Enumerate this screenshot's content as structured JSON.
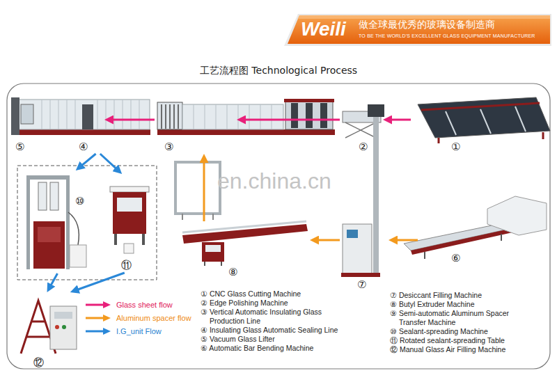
{
  "diagram": {
    "title": "工艺流程图 Technological Process",
    "nodes": [
      {
        "text": [
          "⑤"
        ]
      },
      {
        "text": [
          "④"
        ]
      },
      {
        "text": [
          "③"
        ]
      },
      {
        "text": [
          "②"
        ]
      },
      {
        "text": [
          "①"
        ]
      },
      {
        "text": [
          "⑩"
        ]
      },
      {
        "text": [
          "⑪"
        ]
      },
      {
        "text": [
          "⑥"
        ]
      },
      {
        "text": [
          "⑦"
        ]
      },
      {
        "text": [
          "⑧"
        ]
      },
      {
        "text": [
          "⑫"
        ]
      }
    ],
    "edges": [
      {
        "from": 4,
        "to": 3,
        "arrow": "to"
      },
      {
        "from": 3,
        "to": 2,
        "arrow": "to"
      },
      {
        "from": 2,
        "to": 1,
        "arrow": "to"
      },
      {
        "from": 1,
        "to": 5,
        "arrow": "to"
      },
      {
        "from": 1,
        "to": 6,
        "arrow": "to"
      },
      {
        "from": 5,
        "to": 10,
        "arrow": "to"
      },
      {
        "from": 6,
        "to": 10,
        "arrow": "to"
      },
      {
        "from": 7,
        "to": 8,
        "arrow": "to"
      },
      {
        "from": 8,
        "to": 9,
        "arrow": "to"
      },
      {
        "from": 9,
        "to": 2,
        "arrow": "to"
      }
    ],
    "labels": [
      "Weili",
      "做全球最优秀的玻璃设备制造商",
      "TO BE THE WORLD'S EXCELLENT GLASS EQUIPMENT MANUFACTURER",
      "en.china.cn",
      "① CNC Glass Cutting Machine",
      "② Edge Polishing Machine",
      "③ Vertical Automatic Insulating Glass Production Line",
      "④ Insulating Glass Automatic Sealing Line",
      "⑤ Vacuum Glass Lifter",
      "⑥ Automatic Bar Bending Machine",
      "⑦ Desiccant Filling Machine",
      "⑧ Butyl Extruder Machine",
      "⑨ Semi-automatic Aluminum Spacer Transfer Machine",
      "⑩ Sealant-spreading Machine",
      "⑪ Rotated sealant-spreading Table",
      "⑫ Manual Glass Air Filling Machine"
    ],
    "legend": [
      {
        "text": "Glass sheet flow"
      },
      {
        "text": "Aluminum spacer flow"
      },
      {
        "text": "I.G_unit Flow"
      }
    ]
  }
}
